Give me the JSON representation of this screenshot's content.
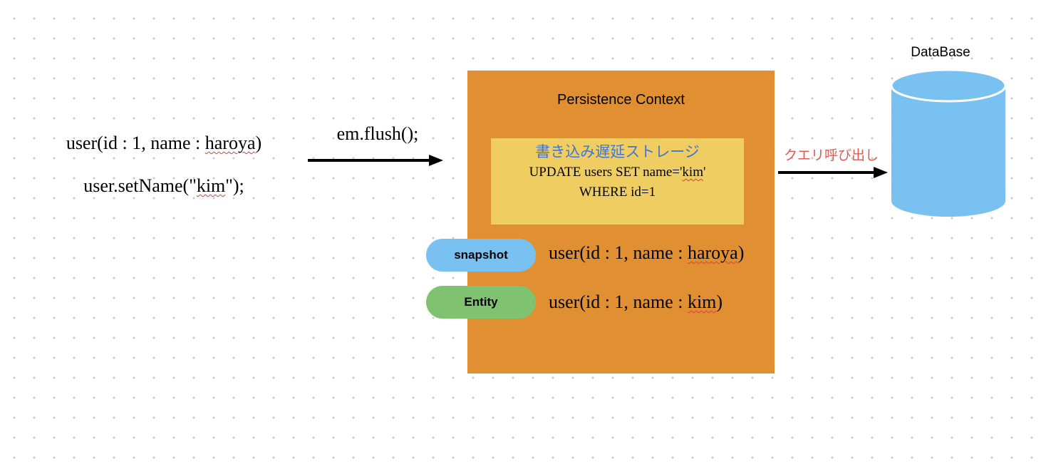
{
  "code": {
    "line1": {
      "prefix": "user(id : 1, name : ",
      "word": "haroya",
      "suffix": ")"
    },
    "line2": {
      "prefix": "user.setName(\"",
      "word": "kim",
      "suffix": "\");"
    }
  },
  "flush_call": "em.flush();",
  "persistence_context": {
    "title": "Persistence Context",
    "write_storage": {
      "title": "書き込み遅延ストレージ",
      "sql_prefix": "UPDATE users SET name='",
      "sql_word": "kim",
      "sql_suffix": "'",
      "sql_line2": "WHERE id=1"
    },
    "snapshot": {
      "label": "snapshot",
      "prefix": "user(id : 1, name : ",
      "word": "haroya",
      "suffix": ")"
    },
    "entity": {
      "label": "Entity",
      "prefix": "user(id : 1, name : ",
      "word": "kim",
      "suffix": ")"
    }
  },
  "query_call": "クエリ呼び出し",
  "database": {
    "label": "DataBase"
  },
  "colors": {
    "context_fill": "#e08f33",
    "storage_fill": "#f0cd60",
    "storage_title": "#3f76d6",
    "snapshot_fill": "#78c1f1",
    "entity_fill": "#7fc26f",
    "database_fill": "#78c1f1",
    "query_text": "#e05a4d",
    "spell_underline": "#e23b3b"
  }
}
